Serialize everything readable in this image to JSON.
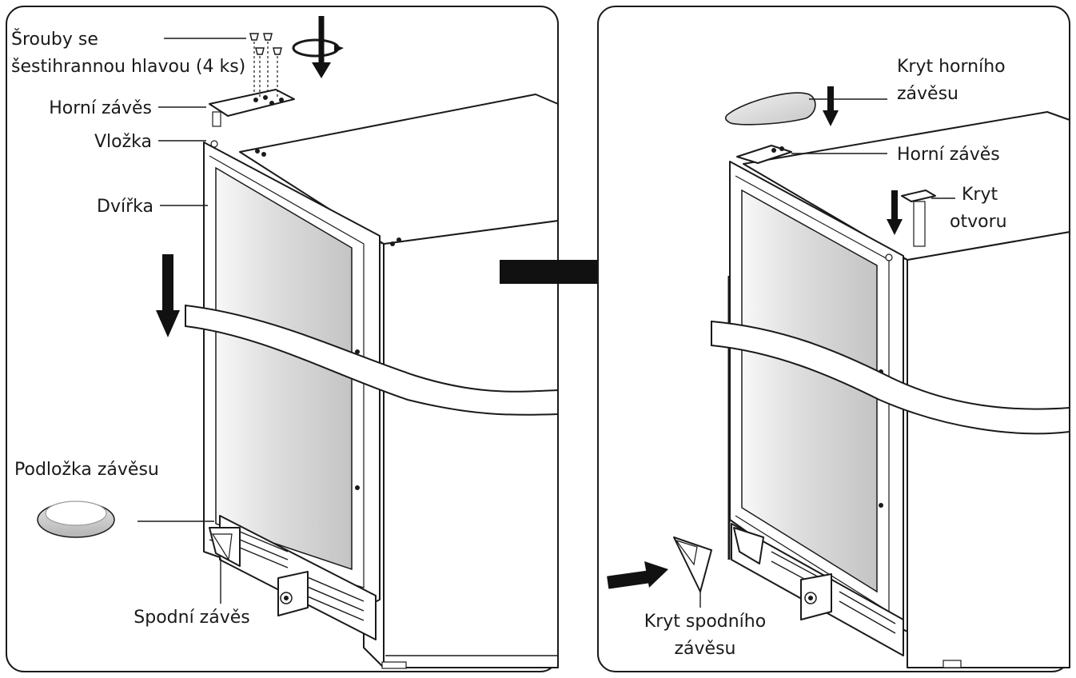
{
  "panels": [
    {
      "id": "before",
      "labels": {
        "screws": [
          "Šrouby se",
          "šestihrannou hlavou (4 ks)"
        ],
        "top_hinge": "Horní závěs",
        "insert": "Vložka",
        "door": "Dvířka",
        "hinge_washer": "Podložka závěsu",
        "bottom_hinge": "Spodní závěs"
      }
    },
    {
      "id": "after",
      "labels": {
        "top_hinge_cover": [
          "Kryt horního",
          "závěsu"
        ],
        "top_hinge": "Horní závěs",
        "hole_cover": [
          "Kryt",
          "otvoru"
        ],
        "bottom_hinge_cover": [
          "Kryt spodního",
          "závěsu"
        ]
      }
    }
  ],
  "colors": {
    "outline": "#1a1a1a",
    "glass_light": "#f6f6f6",
    "glass_dark": "#c9c9c9",
    "arrow": "#111111"
  }
}
